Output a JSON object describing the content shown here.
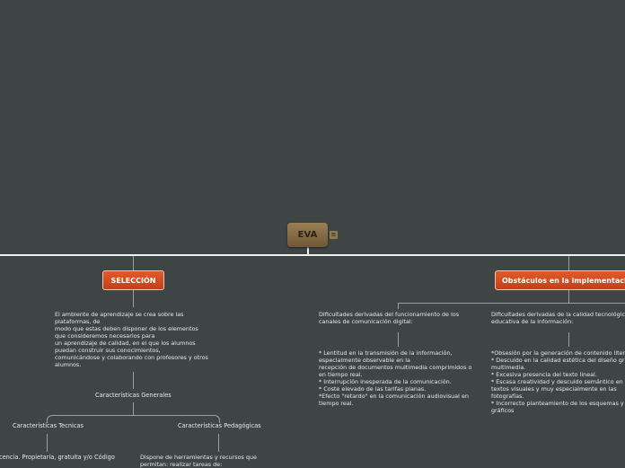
{
  "root": {
    "label": "EVA",
    "notes_icon": "notes-icon"
  },
  "selection": {
    "label": "SELECCIÓN",
    "description": "El ambiente de aprendizaje se crea sobre las\nplataformas, de\nmodo que estas deben disponer de los elementos\nque consideremos necesarios para\nun aprendizaje de calidad, en el que los alumnos\npuedan construir sus conocimientos,\ncomunicándose y colaborando con profesores y otros\nalumnos.",
    "general": "Características Generales",
    "technical": "Características Tecnicas",
    "pedagogical": "Características Pedagógicas",
    "technical_detail": "cencia. Propietaria, gratuita y/o Código",
    "pedagogical_detail": "Dispone de herramientas y recursos que\npermitan: realizar tareas de:"
  },
  "obstacles": {
    "label": "Obstáculos en la implementación",
    "child1": {
      "title": "Dificultades derivadas del funcionamiento de los\ncanales de comunicación digital:",
      "detail": "* Lentitud en la transmisión de la información,\nespecialmente observable en la\nrecepción de documentos multimedia comprimidos o\nen tiempo real.\n* Interrupción inesperada de la comunicación.\n* Coste elevado de las tarifas planas.\n*Efecto \"retardo\" en la comunicación audiovisual en\ntiempo real."
    },
    "child2": {
      "title": "Dificultades derivadas de la calidad tecnológica\neducativa de la información:",
      "detail": "*Obsesión por la generación de contenido literario\n* Descuido en la calidad estética del diseño gráfico\nmultimedia.\n* Excesiva presencia del texto lineal.\n* Escasa creatividad y descuido semántico en los\ntextos visuales y muy especialmente en las\nfotografías.\n* Incorrecto planteamiento de los esquemas y\ngráficos"
    }
  }
}
